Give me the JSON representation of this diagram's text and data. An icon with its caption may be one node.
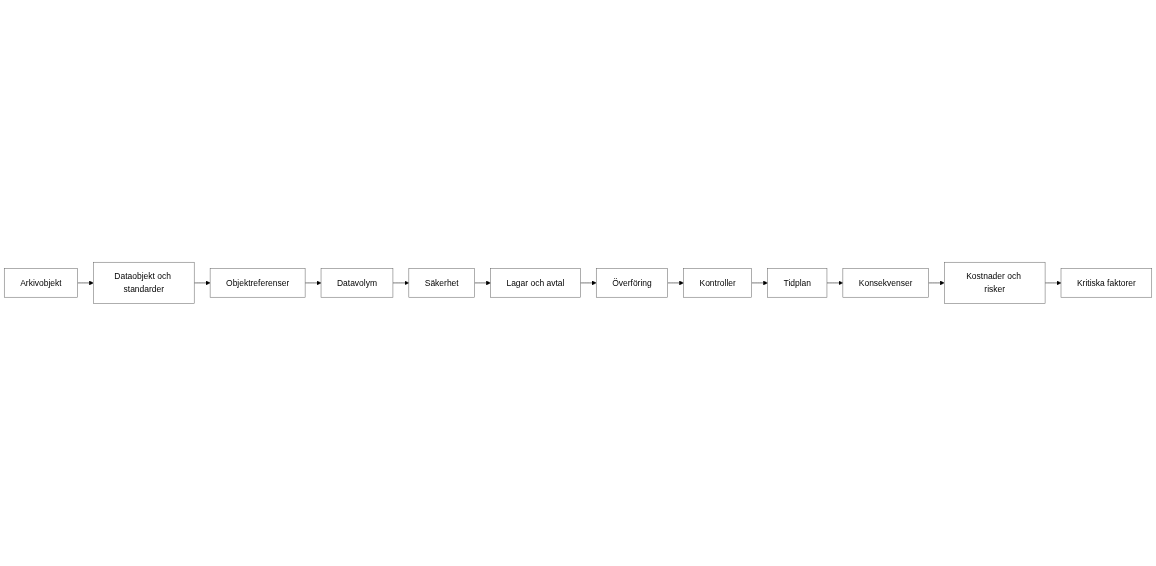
{
  "diagram": {
    "nodes": [
      {
        "text": [
          "Arkivobjekt"
        ]
      },
      {
        "text": [
          "Dataobjekt och standarder"
        ]
      },
      {
        "text": [
          "Objektreferenser"
        ]
      },
      {
        "text": [
          "Datavolym"
        ]
      },
      {
        "text": [
          "Säkerhet"
        ]
      },
      {
        "text": [
          "Lagar och avtal"
        ]
      },
      {
        "text": [
          "Överföring"
        ]
      },
      {
        "text": [
          "Kontroller"
        ]
      },
      {
        "text": [
          "Tidplan"
        ]
      },
      {
        "text": [
          "Konsekvenser"
        ]
      },
      {
        "text": [
          "Kostnader och risker"
        ]
      },
      {
        "text": [
          "Kritiska faktorer"
        ]
      }
    ],
    "edges": [
      {
        "from": 0,
        "to": 1,
        "arrow": "to"
      },
      {
        "from": 1,
        "to": 2,
        "arrow": "to"
      },
      {
        "from": 2,
        "to": 3,
        "arrow": "to"
      },
      {
        "from": 3,
        "to": 4,
        "arrow": "to"
      },
      {
        "from": 4,
        "to": 5,
        "arrow": "to"
      },
      {
        "from": 5,
        "to": 6,
        "arrow": "to"
      },
      {
        "from": 6,
        "to": 7,
        "arrow": "to"
      },
      {
        "from": 7,
        "to": 8,
        "arrow": "to"
      },
      {
        "from": 8,
        "to": 9,
        "arrow": "to"
      },
      {
        "from": 9,
        "to": 10,
        "arrow": "to"
      },
      {
        "from": 10,
        "to": 11,
        "arrow": "to"
      }
    ]
  }
}
